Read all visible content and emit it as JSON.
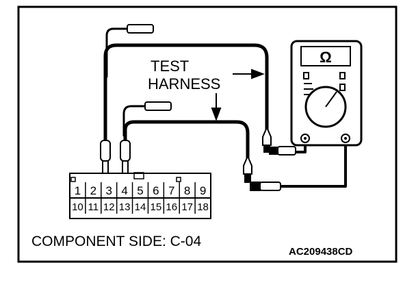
{
  "labels": {
    "test_line1": "TEST",
    "test_line2": "HARNESS",
    "component_side": "COMPONENT SIDE: C-04",
    "figure_code": "AC209438CD"
  },
  "meter": {
    "display_symbol": "Ω"
  },
  "connector": {
    "top_row": [
      "1",
      "2",
      "3",
      "4",
      "5",
      "6",
      "7",
      "8",
      "9"
    ],
    "bottom_row": [
      "10",
      "11",
      "12",
      "13",
      "14",
      "15",
      "16",
      "17",
      "18"
    ]
  },
  "colors": {
    "line": "#000000",
    "background": "#ffffff"
  }
}
